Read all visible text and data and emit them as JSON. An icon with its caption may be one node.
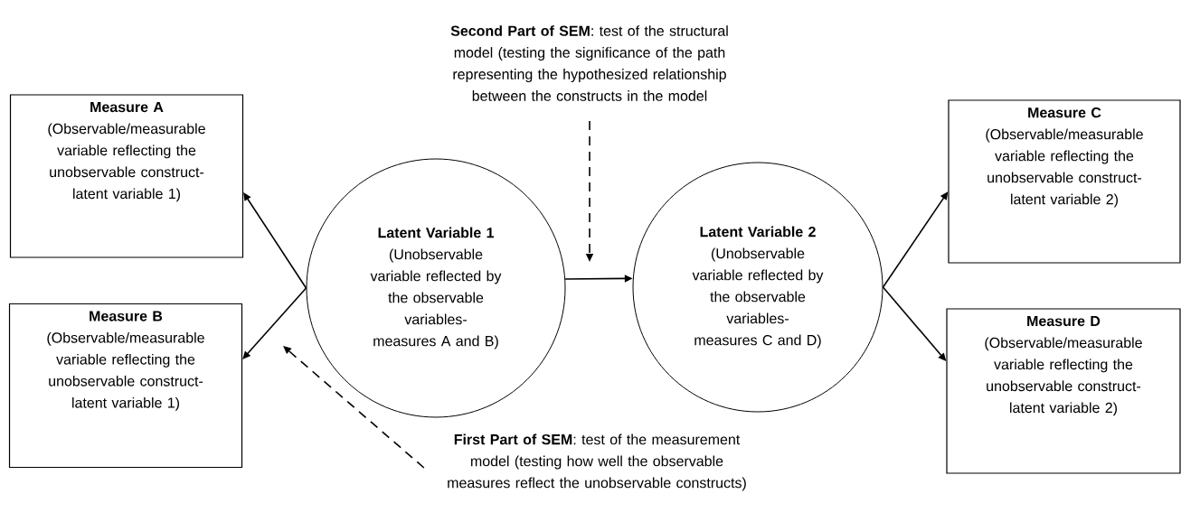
{
  "diagram": {
    "nodes": [
      {
        "text": [
          "Measure A",
          "(Observable/measurable variable reflecting the unobservable construct- latent variable 1)"
        ]
      },
      {
        "text": [
          "Measure B",
          "(Observable/measurable variable reflecting the unobservable construct- latent variable 1)"
        ]
      },
      {
        "text": [
          "Latent Variable 1",
          "(Unobservable variable reflected by the observable variables- measures A and B)"
        ]
      },
      {
        "text": [
          "Latent Variable 2",
          "(Unobservable variable reflected by the observable variables- measures C and D)"
        ]
      },
      {
        "text": [
          "Measure C",
          "(Observable/measurable variable reflecting the unobservable construct- latent variable 2)"
        ]
      },
      {
        "text": [
          "Measure D",
          "(Observable/measurable variable reflecting the unobservable construct- latent variable 2)"
        ]
      },
      {
        "text": [
          "**Second Part of SEM**: test of the structural model (testing the significance of the path representing the hypothesized relationship between the constructs in the model"
        ]
      },
      {
        "text": [
          "**First Part of SEM**: test of the measurement model (testing how well the observable measures reflect the unobservable constructs)"
        ]
      }
    ],
    "edges": [
      {
        "from": 2,
        "to": 0,
        "arrow": "to"
      },
      {
        "from": 2,
        "to": 1,
        "arrow": "to"
      },
      {
        "from": 2,
        "to": 3,
        "arrow": "to"
      },
      {
        "from": 3,
        "to": 4,
        "arrow": "to"
      },
      {
        "from": 3,
        "to": 5,
        "arrow": "to"
      },
      {
        "from": 6,
        "to": null,
        "arrow": "to",
        "style": "dashed"
      },
      {
        "from": 7,
        "to": null,
        "arrow": "to",
        "style": "dashed"
      }
    ]
  }
}
